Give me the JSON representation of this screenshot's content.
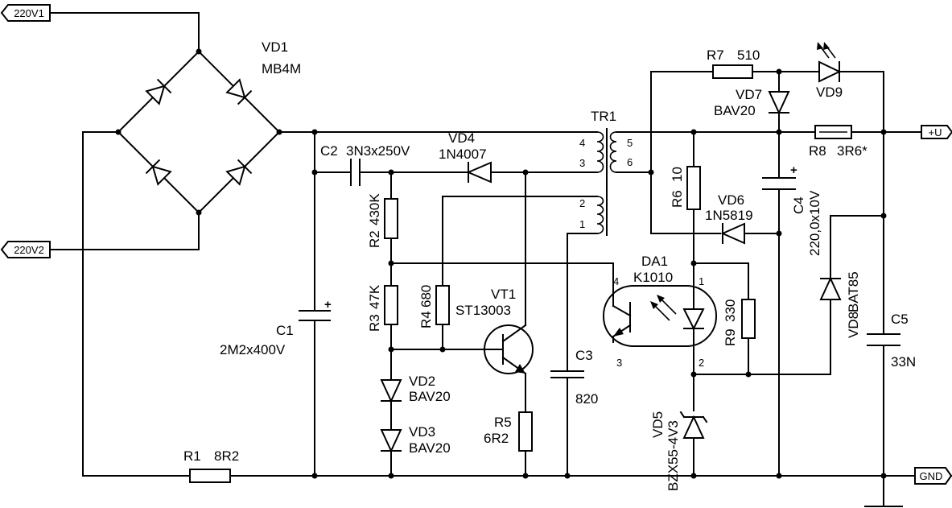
{
  "ports": {
    "v1": "220V1",
    "v2": "220V2",
    "vout": "+U",
    "gnd": "GND"
  },
  "components": {
    "vd1": {
      "ref": "VD1",
      "value": "MB4M"
    },
    "c1": {
      "ref": "C1",
      "value": "2M2x400V"
    },
    "c2": {
      "ref": "C2",
      "value": "3N3x250V"
    },
    "vd4": {
      "ref": "VD4",
      "value": "1N4007"
    },
    "r2": {
      "ref": "R2",
      "value": "430K"
    },
    "r3": {
      "ref": "R3",
      "value": "47K"
    },
    "r4": {
      "ref": "R4",
      "value": "680"
    },
    "vt1": {
      "ref": "VT1",
      "value": "ST13003"
    },
    "vd2": {
      "ref": "VD2",
      "value": "BAV20"
    },
    "vd3": {
      "ref": "VD3",
      "value": "BAV20"
    },
    "r5": {
      "ref": "R5",
      "value": "6R2"
    },
    "c3": {
      "ref": "C3",
      "value": "820"
    },
    "r1": {
      "ref": "R1",
      "value": "8R2"
    },
    "tr1": {
      "ref": "TR1",
      "pins": [
        "1",
        "2",
        "3",
        "4",
        "5",
        "6"
      ]
    },
    "da1": {
      "ref": "DA1",
      "value": "K1010",
      "pins": [
        "1",
        "2",
        "3",
        "4"
      ]
    },
    "r6": {
      "ref": "R6",
      "value": "10"
    },
    "vd6": {
      "ref": "VD6",
      "value": "1N5819"
    },
    "r9": {
      "ref": "R9",
      "value": "330"
    },
    "vd5": {
      "ref": "VD5",
      "value": "BZX55-4V3"
    },
    "r7": {
      "ref": "R7",
      "value": "510"
    },
    "vd7": {
      "ref": "VD7",
      "value": "BAV20"
    },
    "vd9": {
      "ref": "VD9"
    },
    "c4": {
      "ref": "C4",
      "value": "220,0x10V"
    },
    "r8": {
      "ref": "R8",
      "value": "3R6*"
    },
    "vd8": {
      "ref": "VD8",
      "value": "BAT85"
    },
    "c5": {
      "ref": "C5",
      "value": "33N"
    }
  },
  "polarity_mark": "+"
}
